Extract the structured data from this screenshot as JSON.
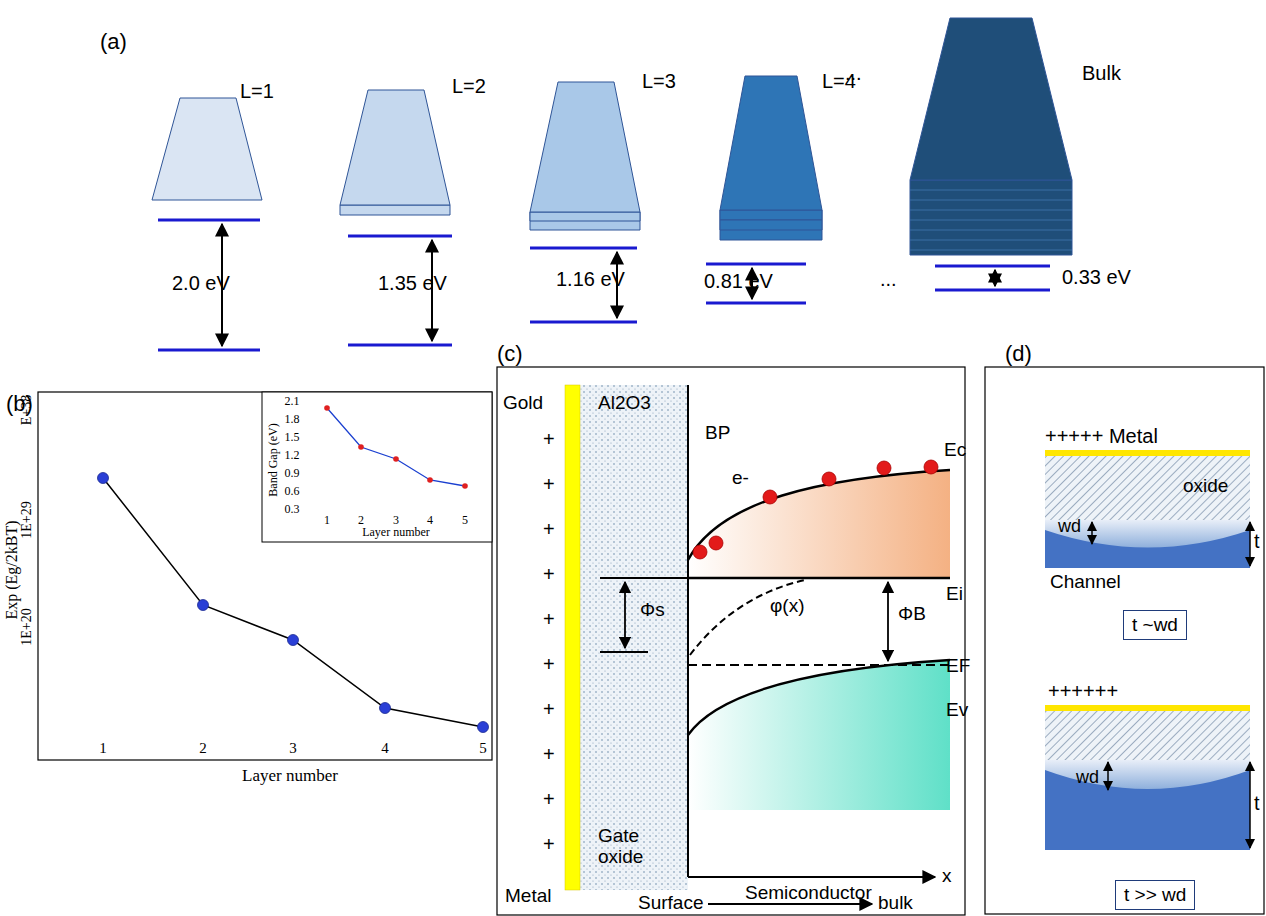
{
  "diagram": {
    "nodes": [
      {
        "text": [
          "t ~wd"
        ]
      },
      {
        "text": [
          "t >> wd"
        ]
      }
    ],
    "labels": [
      "(a)",
      "L=1",
      "L=2",
      "L=3",
      "L=4",
      "Bulk",
      "2.0 eV",
      "1.35 eV",
      "1.16 eV",
      "0.81 eV",
      "...",
      "...",
      "0.33 eV",
      "(b)",
      "E+38",
      "1E+29",
      "1E+20",
      "1",
      "2",
      "3",
      "4",
      "5",
      "Layer number",
      "Exp (Eg/2kBT)",
      "2.1",
      "1.8",
      "1.5",
      "1.2",
      "0.9",
      "0.6",
      "0.3",
      "1",
      "2",
      "3",
      "4",
      "5",
      "Layer number",
      "Band Gap (eV)",
      "(c)",
      "Gold",
      "Al2O3",
      "BP",
      "Ec",
      "e-",
      "Ei",
      "Φs",
      "φ(x)",
      "ΦB",
      "EF",
      "Ev",
      "Gate oxide",
      "Semiconductor",
      "Metal",
      "x",
      "Surface",
      "bulk",
      "+",
      "+",
      "+",
      "+",
      "+",
      "+",
      "+",
      "+",
      "+",
      "+",
      "(d)",
      "+++++ Metal",
      "oxide",
      "wd",
      "t",
      "Channel",
      "++++++",
      "wd",
      "t"
    ]
  }
}
